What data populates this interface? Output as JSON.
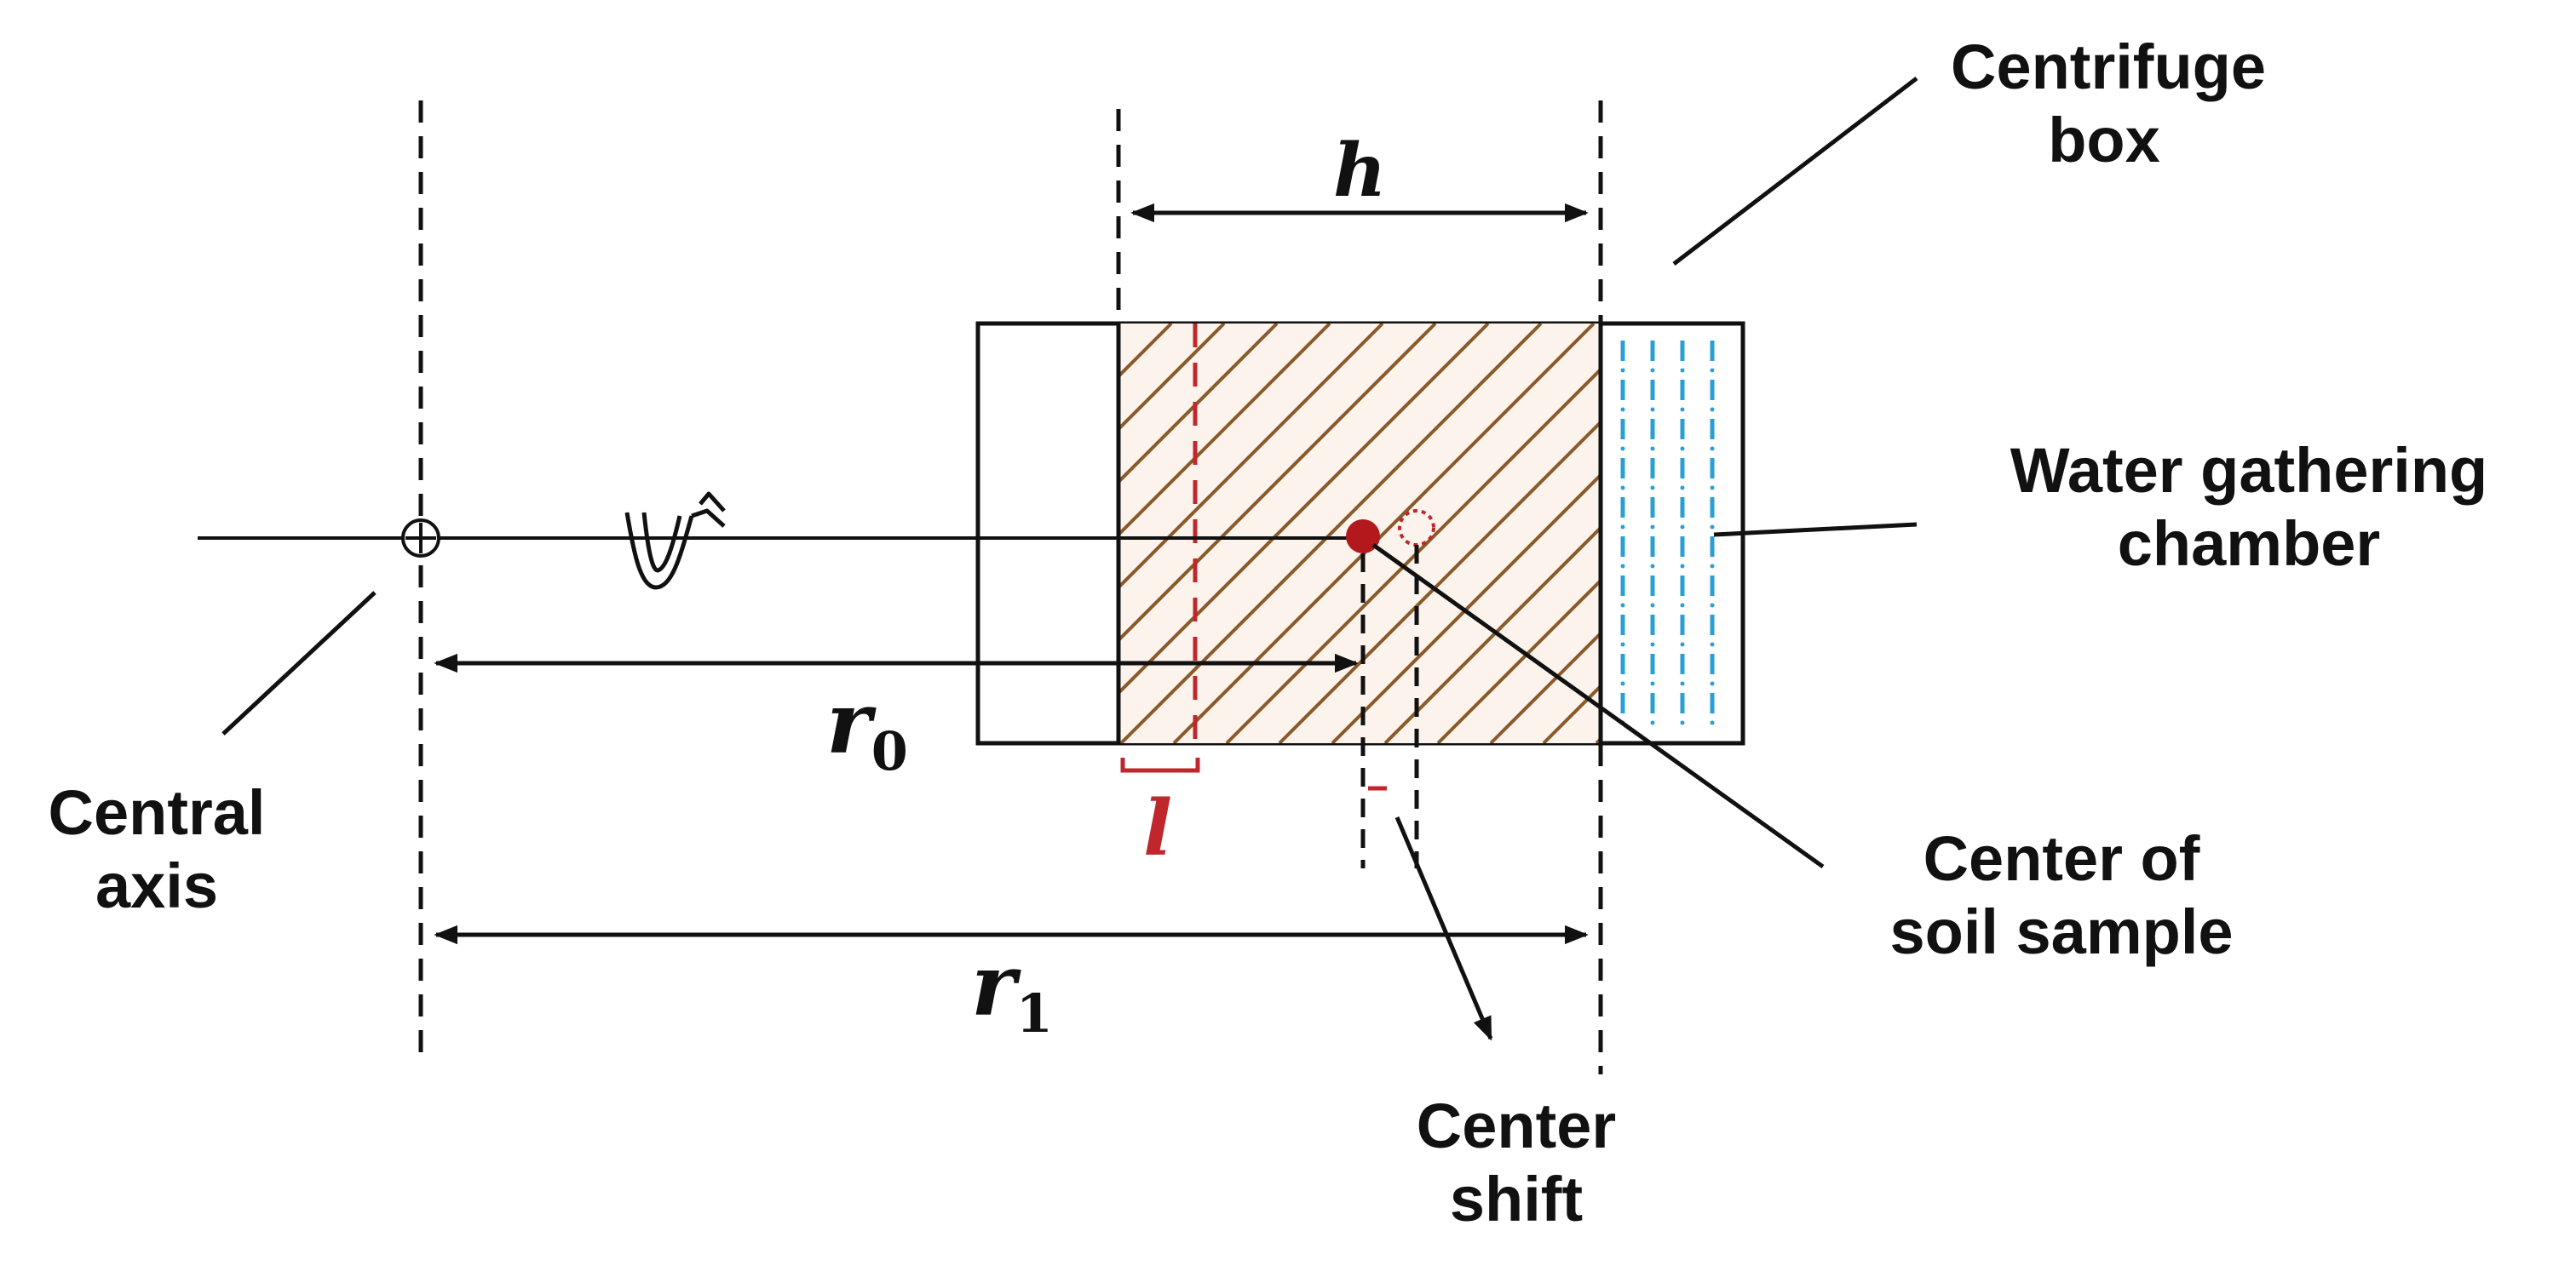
{
  "labels": {
    "centrifuge_box": [
      "Centrifuge",
      "box"
    ],
    "water_chamber": [
      "Water gathering",
      "chamber"
    ],
    "central_axis": [
      "Central",
      "axis"
    ],
    "center_soil": [
      "Center of",
      "soil sample"
    ],
    "center_shift": [
      "Center",
      "shift"
    ]
  },
  "symbols": {
    "h": "h",
    "r0_main": "r",
    "r0_sub": "0",
    "r1_main": "r",
    "r1_sub": "1",
    "l": "l"
  },
  "colors": {
    "line": "#111111",
    "hatch": "#8a5a2b",
    "sample_fill": "#fbf3ec",
    "red": "#c0272d",
    "center_dot": "#b3181c",
    "water": "#2a9fd6"
  },
  "icons": {
    "rotation": "rotation-arrow-icon",
    "axis": "circle-plus-icon"
  }
}
